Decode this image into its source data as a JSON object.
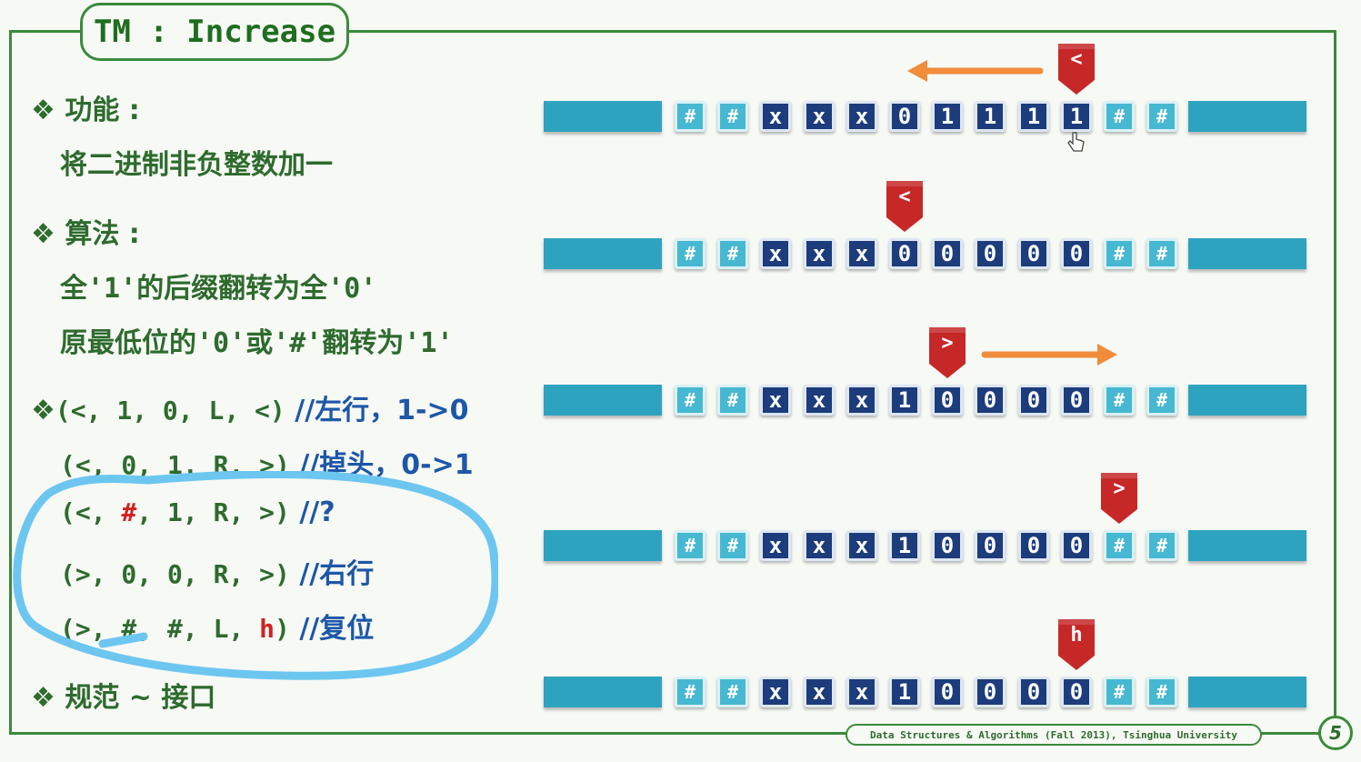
{
  "slide": {
    "title": "TM : Increase",
    "function_heading": "功能 :",
    "function_desc": "将二进制非负整数加一",
    "algorithm_heading": "算法 :",
    "algo_line1_a": "全",
    "algo_line1_b": "'1'",
    "algo_line1_c": "的后缀翻转为全",
    "algo_line1_d": "'0'",
    "algo_line2_a": "原最低位的",
    "algo_line2_b": "'0'",
    "algo_line2_c": "或",
    "algo_line2_d": "'#'",
    "algo_line2_e": "翻转为",
    "algo_line2_f": "'1'",
    "rules": [
      {
        "code": "(<, 1, 0, L, <)",
        "comment": "//左行，1->0"
      },
      {
        "code": "(<, 0, 1, R, >)",
        "comment": "//掉头，0->1"
      },
      {
        "code_a": "(<, ",
        "code_red": "#",
        "code_b": ", 1, R, >)",
        "comment": "//?"
      },
      {
        "code": "(>, 0, 0, R, >)",
        "comment": "//右行"
      },
      {
        "code_a": "(>, #, #, L, ",
        "code_red": "h",
        "code_b": ")",
        "comment": "//复位"
      }
    ],
    "spec": "规范 ~ 接口",
    "footer": "Data Structures & Algorithms (Fall 2013), Tsinghua University",
    "page": "5"
  },
  "tapes": [
    {
      "cells": [
        "#",
        "#",
        "x",
        "x",
        "x",
        "0",
        "1",
        "1",
        "1",
        "1",
        "#",
        "#"
      ],
      "head_symbol": "<",
      "head_index": 9,
      "arrow": "left"
    },
    {
      "cells": [
        "#",
        "#",
        "x",
        "x",
        "x",
        "0",
        "0",
        "0",
        "0",
        "0",
        "#",
        "#"
      ],
      "head_symbol": "<",
      "head_index": 5,
      "arrow": "none"
    },
    {
      "cells": [
        "#",
        "#",
        "x",
        "x",
        "x",
        "1",
        "0",
        "0",
        "0",
        "0",
        "#",
        "#"
      ],
      "head_symbol": ">",
      "head_index": 6,
      "arrow": "right"
    },
    {
      "cells": [
        "#",
        "#",
        "x",
        "x",
        "x",
        "1",
        "0",
        "0",
        "0",
        "0",
        "#",
        "#"
      ],
      "head_symbol": ">",
      "head_index": 10,
      "arrow": "none"
    },
    {
      "cells": [
        "#",
        "#",
        "x",
        "x",
        "x",
        "1",
        "0",
        "0",
        "0",
        "0",
        "#",
        "#"
      ],
      "head_symbol": "h",
      "head_index": 9,
      "arrow": "none"
    }
  ],
  "colors": {
    "frame": "#3a8a3a",
    "hash_cell": "#47b8d1",
    "dark_cell": "#1c3c7c",
    "head": "#c62828",
    "arrow": "#f08c3a",
    "highlight_circle": "#6cc6f0"
  }
}
